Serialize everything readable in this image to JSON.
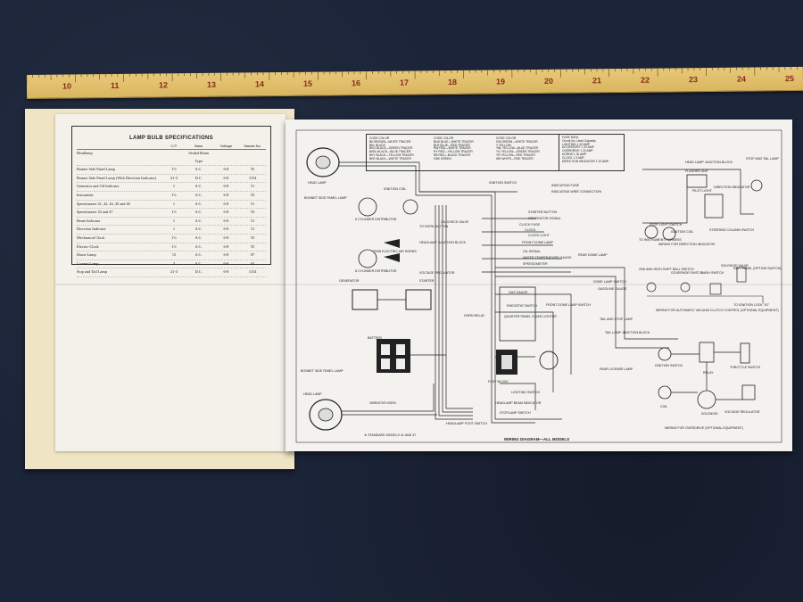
{
  "scene": {
    "description_colors": {
      "background": "#1b2438",
      "ruler": "#e0bf6c",
      "paper": "#f3f2ee",
      "cover": "#efe4c4"
    }
  },
  "ruler": {
    "numbers": [
      "10",
      "11",
      "12",
      "13",
      "14",
      "15",
      "16",
      "17",
      "18",
      "19",
      "20",
      "21",
      "22",
      "23",
      "24",
      "25"
    ]
  },
  "lamp_table": {
    "title": "LAMP BULB SPECIFICATIONS",
    "headers": [
      "",
      "C.P.",
      "Base",
      "Voltage",
      "Mazda No."
    ],
    "rows": [
      [
        "Headlamp",
        "",
        "Sealed Beam Type",
        "",
        ""
      ],
      [
        "Bonnet Side Panel Lamp",
        "1½",
        "S.C.",
        "6-8",
        "55"
      ],
      [
        "Bonnet Side Panel Lamp (With Direction Indicator)",
        "21-3",
        "D.C.",
        "6-8",
        "1154"
      ],
      [
        "Generator and Oil Indicator",
        "1",
        "S.C.",
        "6-8",
        "51"
      ],
      [
        "Instrument",
        "1½",
        "S.C.",
        "6-8",
        "55"
      ],
      [
        "Speedometer 41, 42, 44, 45 and 46",
        "1",
        "S.C.",
        "6-8",
        "51"
      ],
      [
        "Speedometer 43 and 47",
        "1½",
        "S.C.",
        "6-8",
        "55"
      ],
      [
        "Beam Indicator",
        "1",
        "S.C.",
        "6-8",
        "51"
      ],
      [
        "Direction Indicator",
        "1",
        "S.C.",
        "6-8",
        "51"
      ],
      [
        "Mechanical Clock",
        "1½",
        "S.C.",
        "6-8",
        "55"
      ],
      [
        "Electric Clock",
        "1½",
        "S.C.",
        "6-8",
        "55"
      ],
      [
        "Dome Lamp",
        "15",
        "S.C.",
        "6-8",
        "87"
      ],
      [
        "License Lamp",
        "3",
        "S.C.",
        "6-8",
        "63"
      ],
      [
        "Stop and Tail Lamp",
        "21-3",
        "D.C.",
        "6-8",
        "1154"
      ]
    ]
  },
  "diagram": {
    "caption": "WIRING DIAGRAM—ALL MODELS",
    "footnote": "★ STANDARD MODELS 41 AND 47",
    "legend_codes": [
      "CODE  COLOR",
      "BK   BROWN—WHITE TRACER",
      "BKL  BLACK",
      "BKG  BLACK—GREEN TRACER",
      "BKBL BLACK—BLUE TRACER",
      "BKY  BLACK—YELLOW TRACER",
      "BKR  BLACK—WHITE TRACER"
    ],
    "legend_codes_2": [
      "CODE  COLOR",
      "BLW  BLUE—WHITE TRACER",
      "BLR  BLUE—RED TRACER",
      "RW   RED—WHITE TRACER",
      "RY   RED—YELLOW TRACER",
      "RB   RED—BLACK TRACER",
      "GBK  GREEN"
    ],
    "legend_codes_3": [
      "CODE  COLOR",
      "GW   GREEN—WHITE TRACER",
      "Y    YELLOW",
      "YBL  YELLOW—BLUE TRACER",
      "YG   YELLOW—GREEN TRACER",
      "YR   YELLOW—RED TRACER",
      "WR   WHITE—RED TRACER"
    ],
    "fuse_data": [
      "FUSE DATA",
      "Circuit      No. Used   Capacity",
      "LIGHTING        1       20 AMP.",
      "ACCESSORY       1       20 AMP.",
      "OVERDRIVE       1       20 AMP.",
      "HORNS           1       30 AMP.",
      "CLOCK           1        3 AMP.",
      "DIRECTION INDICATOR 1   20 AMP."
    ],
    "labels": [
      {
        "id": "head-lamp-top",
        "text": "HEAD LAMP"
      },
      {
        "id": "bonnet-side-top",
        "text": "BONNET SIDE PANEL LAMP"
      },
      {
        "id": "ignition-coil",
        "text": "IGNITION COIL"
      },
      {
        "id": "ignition-switch",
        "text": "IGNITION SWITCH"
      },
      {
        "id": "indicating-fuse",
        "text": "INDICATING FUSE"
      },
      {
        "id": "indicating-wire",
        "text": "INDICATING WIRE CONNECTION"
      },
      {
        "id": "starter-button",
        "text": "STARTER BUTTON"
      },
      {
        "id": "generator-signal",
        "text": "GENERATOR SIGNAL"
      },
      {
        "id": "clock-fuse",
        "text": "CLOCK FUSE"
      },
      {
        "id": "clock",
        "text": "CLOCK"
      },
      {
        "id": "clock-light",
        "text": "CLOCK LIGHT"
      },
      {
        "id": "front-dome-lamp",
        "text": "FRONT DOME LAMP"
      },
      {
        "id": "oil-signal",
        "text": "OIL SIGNAL"
      },
      {
        "id": "water-temp",
        "text": "WATER TEMPERATURE GAUGE"
      },
      {
        "id": "speedometer",
        "text": "SPEEDOMETER"
      },
      {
        "id": "oil-check-valve",
        "text": "OIL CHECK VALVE"
      },
      {
        "id": "six-cyl",
        "text": "6 CYLINDER DISTRIBUTOR"
      },
      {
        "id": "eight-cyl",
        "text": "8 CYLINDER DISTRIBUTOR"
      },
      {
        "id": "twin-horns",
        "text": "TWIN ELECTRIC AIR HORNS"
      },
      {
        "id": "horn-button",
        "text": "TO HORN BUTTON"
      },
      {
        "id": "headlamp-junction",
        "text": "HEADLAMP JUNCTION BLOCK"
      },
      {
        "id": "generator",
        "text": "GENERATOR"
      },
      {
        "id": "starter",
        "text": "STARTER"
      },
      {
        "id": "voltage-reg",
        "text": "VOLTAGE REGULATOR"
      },
      {
        "id": "battery",
        "text": "BATTERY"
      },
      {
        "id": "horn-relay",
        "text": "HORN RELAY"
      },
      {
        "id": "gas-gauge",
        "text": "GAS GAUGE"
      },
      {
        "id": "rheostat",
        "text": "RHEOSTAT SWITCH"
      },
      {
        "id": "quarter-panel",
        "text": "QUARTER PANEL CIGAR LIGHTER"
      },
      {
        "id": "front-dome-switch",
        "text": "FRONT DOME LAMP SWITCH"
      },
      {
        "id": "dome-lamp-switch",
        "text": "DOME LAMP SWITCH"
      },
      {
        "id": "rear-dome",
        "text": "REAR DOME LAMP"
      },
      {
        "id": "gasoline-gauge",
        "text": "GASOLINE GAUGE"
      },
      {
        "id": "tail-lamp-junction",
        "text": "TAIL LAMP JUNCTION BLOCK"
      },
      {
        "id": "tail-stop",
        "text": "TAIL AND STOP LAMP"
      },
      {
        "id": "rear-license",
        "text": "REAR LICENSE LAMP"
      },
      {
        "id": "fuse-block",
        "text": "FUSE BLOCK"
      },
      {
        "id": "lighting-switch",
        "text": "LIGHTING SWITCH"
      },
      {
        "id": "headlamp-beam",
        "text": "HEADLAMP BEAM INDICATOR"
      },
      {
        "id": "stoplamp-switch",
        "text": "STOPLAMP SWITCH"
      },
      {
        "id": "headlamp-foot",
        "text": "HEADLAMP FOOT SWITCH"
      },
      {
        "id": "vibrator-horn",
        "text": "VIBRATOR HORN"
      },
      {
        "id": "bonnet-side-bottom",
        "text": "BONNET SIDE PANEL LAMP"
      },
      {
        "id": "head-lamp-bottom",
        "text": "HEAD LAMP"
      },
      {
        "id": "instrument-harness",
        "text": "TO INSTRUMENT HARNESS"
      },
      {
        "id": "stop-light",
        "text": "STOP LIGHT SWITCH"
      },
      {
        "id": "flasher-unit",
        "text": "FLASHER UNIT"
      },
      {
        "id": "pilot-light",
        "text": "PILOT LIGHT"
      },
      {
        "id": "direction-indicator",
        "text": "DIRECTION INDICATOR"
      },
      {
        "id": "wiring-direction",
        "text": "WIRING FOR DIRECTION INDICATOR"
      },
      {
        "id": "steering-column",
        "text": "STEERING COLUMN SWITCH"
      },
      {
        "id": "ignition-coil-r",
        "text": "IGNITION COIL"
      },
      {
        "id": "stop-tail-lamp",
        "text": "STOP AND TAIL LAMP"
      },
      {
        "id": "head-lamp-junction-r",
        "text": "HEAD LAMP JUNCTION BLOCK"
      },
      {
        "id": "solenoid-valve",
        "text": "SOLENOID VALVE"
      },
      {
        "id": "second-high",
        "text": "2ND AND HIGH SHIFT BALL SWITCH"
      },
      {
        "id": "governor",
        "text": "GOVERNOR SWITCH"
      },
      {
        "id": "dash-switch",
        "text": "DASH SWITCH"
      },
      {
        "id": "inst-panel",
        "text": "INST. PANEL (OPTION SWITCH)"
      },
      {
        "id": "vacuum-clutch",
        "text": "WIRING FOR AUTOMATIC VACUUM CLUTCH CONTROL (OPTIONAL EQUIPMENT)"
      },
      {
        "id": "to-ignition",
        "text": "TO IGNITION LOCK \"IG\""
      },
      {
        "id": "ignition-switch-r",
        "text": "IGNITION SWITCH"
      },
      {
        "id": "relay",
        "text": "RELAY"
      },
      {
        "id": "throttle-switch",
        "text": "THROTTLE SWITCH"
      },
      {
        "id": "coil",
        "text": "COIL"
      },
      {
        "id": "solenoid",
        "text": "SOLENOID"
      },
      {
        "id": "voltage-reg-r",
        "text": "VOLTAGE REGULATOR"
      },
      {
        "id": "wiring-overdrive",
        "text": "WIRING FOR OVERDRIVE (OPTIONAL EQUIPMENT)"
      }
    ]
  }
}
